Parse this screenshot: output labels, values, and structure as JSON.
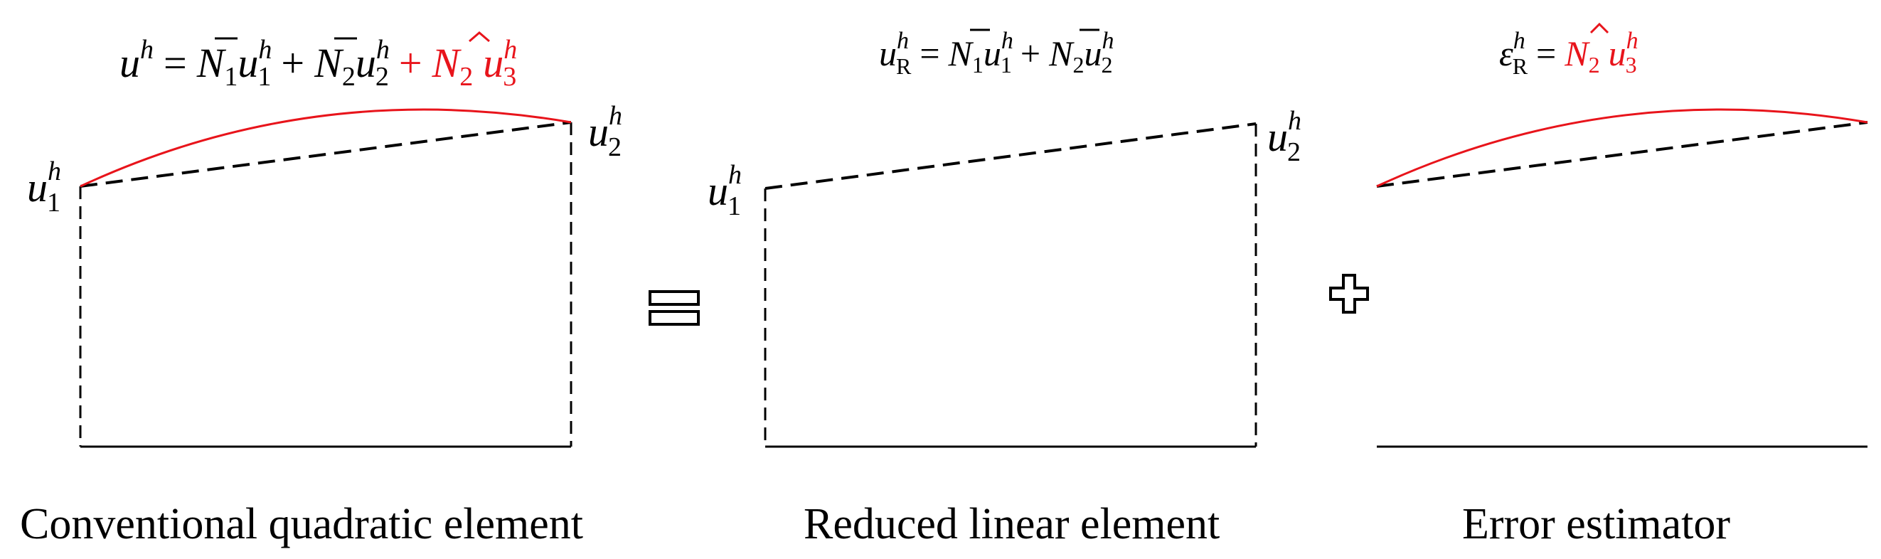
{
  "panels": {
    "quadratic": {
      "formula": {
        "lhs": "u",
        "lhs_sup": "h",
        "eq": "=",
        "n1": "N",
        "n1_sub": "1",
        "u1": "u",
        "u1_sup": "h",
        "u1_sub": "1",
        "plus1": "+",
        "n2": "N",
        "n2_sub": "2",
        "u2": "u",
        "u2_sup": "h",
        "u2_sub": "2",
        "plus2": "+",
        "nh": "N",
        "nh_sub": "2",
        "u3": "u",
        "u3_sup": "h",
        "u3_sub": "3"
      },
      "node1": {
        "base": "u",
        "sup": "h",
        "sub": "1"
      },
      "node2": {
        "base": "u",
        "sup": "h",
        "sub": "2"
      },
      "caption": "Conventional quadratic element"
    },
    "linear": {
      "formula": {
        "lhs": "u",
        "lhs_sup": "h",
        "lhs_sub": "R",
        "eq": "=",
        "n1": "N",
        "n1_sub": "1",
        "u1": "u",
        "u1_sup": "h",
        "u1_sub": "1",
        "plus1": "+",
        "n2": "N",
        "n2_sub": "2",
        "u2": "u",
        "u2_sup": "h",
        "u2_sub": "2"
      },
      "node1": {
        "base": "u",
        "sup": "h",
        "sub": "1"
      },
      "node2": {
        "base": "u",
        "sup": "h",
        "sub": "2"
      },
      "caption": "Reduced linear element"
    },
    "error": {
      "formula": {
        "lhs": "ε",
        "lhs_sup": "h",
        "lhs_sub": "R",
        "eq": "=",
        "nh": "N",
        "nh_sub": "2",
        "u3": "u",
        "u3_sup": "h",
        "u3_sub": "3"
      },
      "caption": "Error estimator"
    }
  },
  "colors": {
    "line": "#000000",
    "highlight": "#e8141b"
  },
  "operators": {
    "equals": "equals-outline-icon",
    "plus": "plus-outline-icon"
  }
}
